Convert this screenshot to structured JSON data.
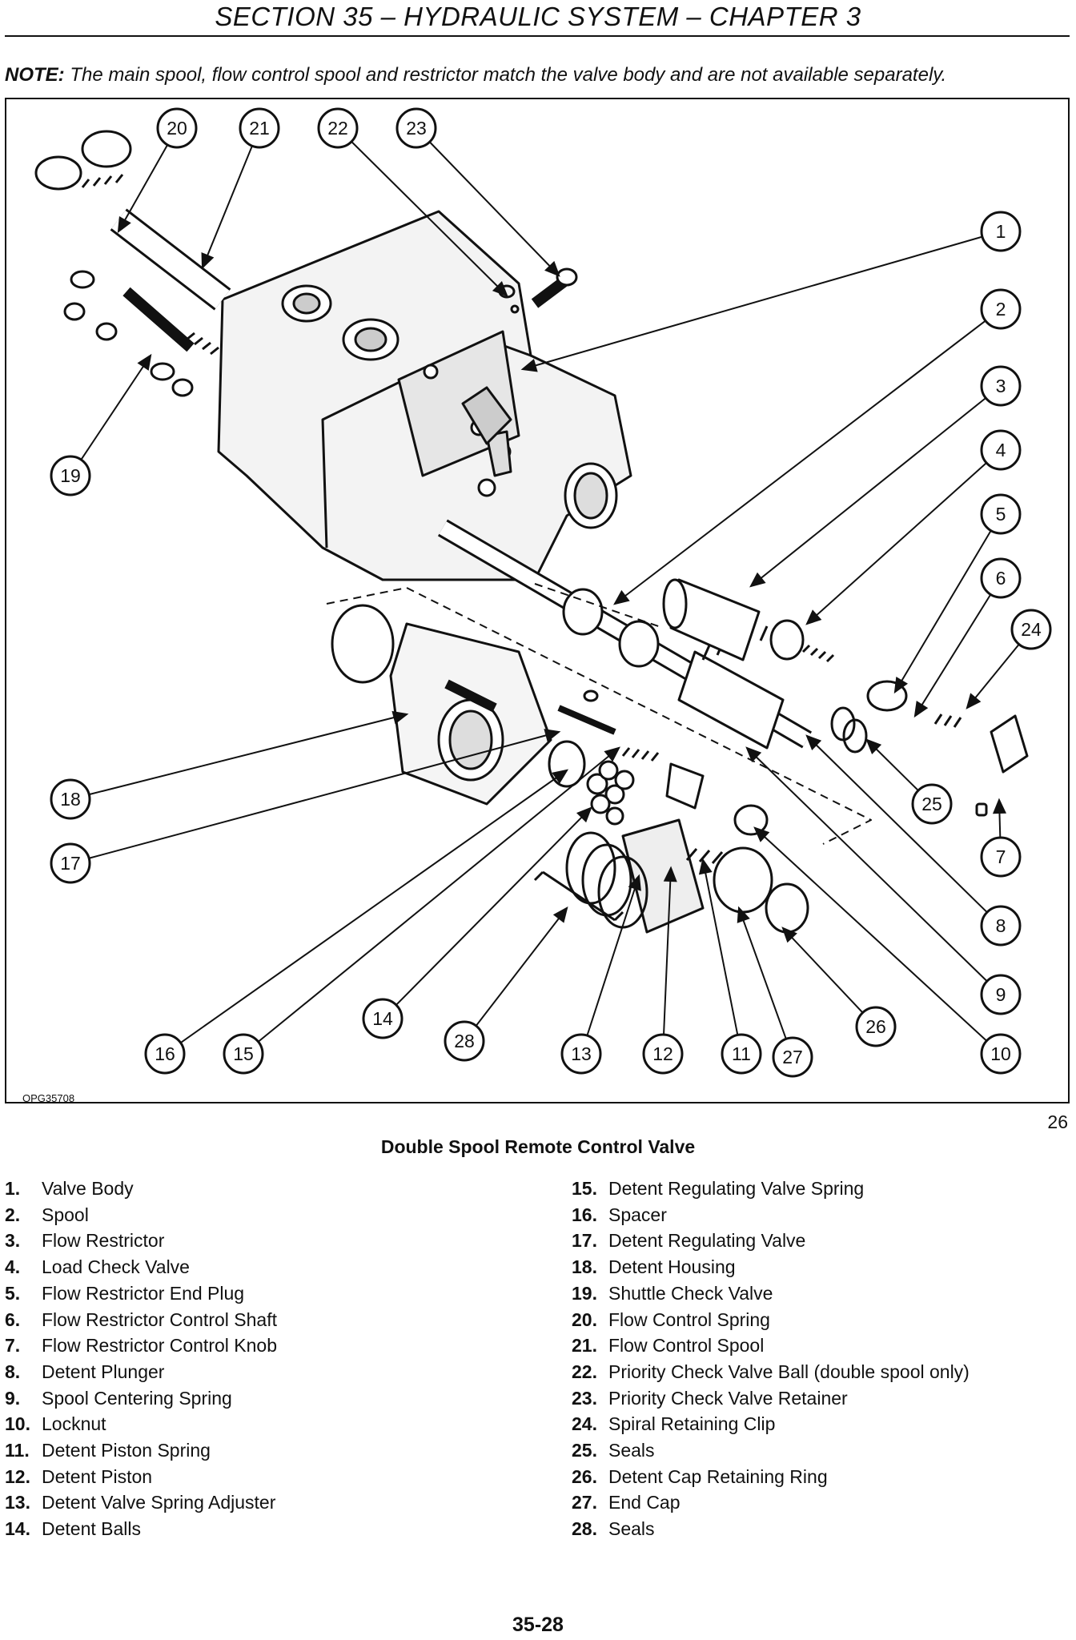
{
  "header": {
    "title": "SECTION 35 – HYDRAULIC SYSTEM – CHAPTER 3"
  },
  "note": {
    "label": "NOTE:",
    "text": "The main spool, flow control spool and restrictor match the valve body and are not available separately."
  },
  "figure": {
    "code": "OPG35708",
    "number": "26",
    "caption": "Double Spool Remote Control Valve",
    "callouts": [
      "1",
      "2",
      "3",
      "4",
      "5",
      "6",
      "7",
      "8",
      "9",
      "10",
      "11",
      "12",
      "13",
      "14",
      "15",
      "16",
      "17",
      "18",
      "19",
      "20",
      "21",
      "22",
      "23",
      "24",
      "25",
      "26",
      "27",
      "28"
    ]
  },
  "legend": {
    "left": [
      {
        "num": "1.",
        "label": "Valve Body"
      },
      {
        "num": "2.",
        "label": "Spool"
      },
      {
        "num": "3.",
        "label": "Flow Restrictor"
      },
      {
        "num": "4.",
        "label": "Load Check Valve"
      },
      {
        "num": "5.",
        "label": "Flow Restrictor End Plug"
      },
      {
        "num": "6.",
        "label": "Flow Restrictor Control Shaft"
      },
      {
        "num": "7.",
        "label": "Flow Restrictor Control Knob"
      },
      {
        "num": "8.",
        "label": "Detent Plunger"
      },
      {
        "num": "9.",
        "label": "Spool Centering Spring"
      },
      {
        "num": "10.",
        "label": "Locknut"
      },
      {
        "num": "11.",
        "label": "Detent Piston Spring"
      },
      {
        "num": "12.",
        "label": "Detent Piston"
      },
      {
        "num": "13.",
        "label": "Detent Valve Spring Adjuster"
      },
      {
        "num": "14.",
        "label": "Detent Balls"
      }
    ],
    "right": [
      {
        "num": "15.",
        "label": "Detent Regulating Valve Spring"
      },
      {
        "num": "16.",
        "label": "Spacer"
      },
      {
        "num": "17.",
        "label": "Detent Regulating Valve"
      },
      {
        "num": "18.",
        "label": "Detent Housing"
      },
      {
        "num": "19.",
        "label": "Shuttle Check Valve"
      },
      {
        "num": "20.",
        "label": "Flow Control Spring"
      },
      {
        "num": "21.",
        "label": "Flow Control Spool"
      },
      {
        "num": "22.",
        "label": "Priority Check Valve Ball (double spool only)"
      },
      {
        "num": "23.",
        "label": "Priority Check Valve Retainer"
      },
      {
        "num": "24.",
        "label": "Spiral Retaining Clip"
      },
      {
        "num": "25.",
        "label": "Seals"
      },
      {
        "num": "26.",
        "label": "Detent Cap Retaining Ring"
      },
      {
        "num": "27.",
        "label": "End Cap"
      },
      {
        "num": "28.",
        "label": "Seals"
      }
    ]
  },
  "page": {
    "number": "35-28"
  }
}
